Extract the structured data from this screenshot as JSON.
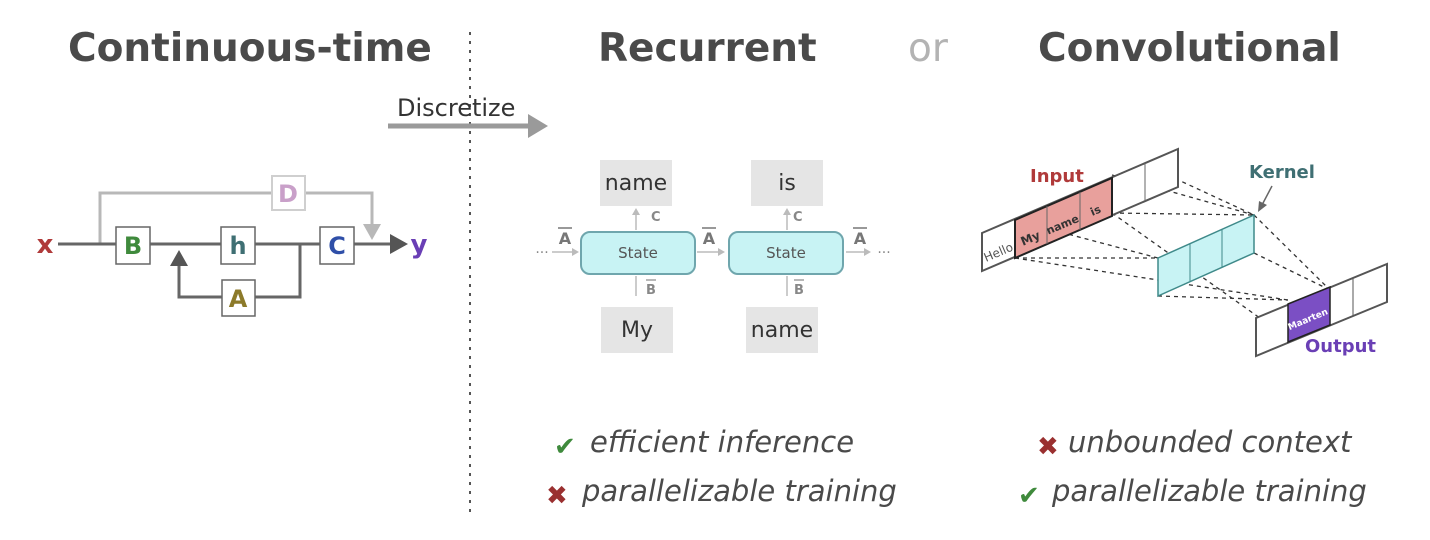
{
  "headings": {
    "continuous": "Continuous-time",
    "recurrent": "Recurrent",
    "or": "or",
    "convolutional": "Convolutional"
  },
  "discretize_label": "Discretize",
  "ssm": {
    "input": "x",
    "output": "y",
    "blocks": {
      "B": "B",
      "h": "h",
      "C": "C",
      "A": "A",
      "D": "D"
    },
    "colors": {
      "x": "#b03a3a",
      "y": "#6a3fb5",
      "B": "#3f8a3c",
      "h": "#3f6f73",
      "C": "#2f4fa8",
      "A": "#8c7a2a",
      "D": "#c9a0c9"
    }
  },
  "recurrent": {
    "outputs": [
      "name",
      "is"
    ],
    "inputs": [
      "My",
      "name"
    ],
    "state_label": "State",
    "a_label": "A",
    "b_label": "B",
    "c_label": "C",
    "ellipsis": "···"
  },
  "convolutional": {
    "input_label": "Input",
    "kernel_label": "Kernel",
    "output_label": "Output",
    "input_tokens": [
      "Hello",
      "My",
      "name",
      "is"
    ],
    "output_token": "Maarten",
    "colors": {
      "input": "#e8a09c",
      "kernel": "#c8f3f4",
      "output": "#7b4fc4"
    }
  },
  "properties": {
    "recurrent": [
      {
        "text": "efficient inference",
        "ok": true
      },
      {
        "text": "parallelizable training",
        "ok": false
      }
    ],
    "convolutional": [
      {
        "text": "unbounded context",
        "ok": false
      },
      {
        "text": "parallelizable training",
        "ok": true
      }
    ]
  },
  "symbols": {
    "check": "✔",
    "cross": "✖"
  }
}
